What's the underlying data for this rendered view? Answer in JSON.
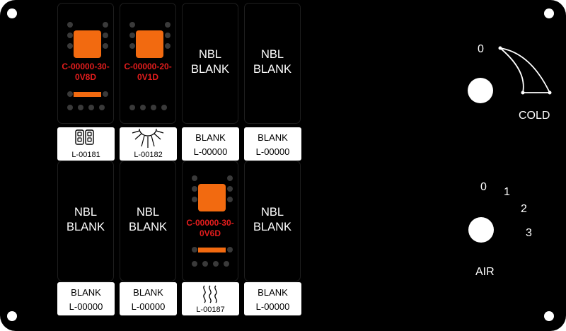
{
  "panel": {
    "switches": [
      {
        "type": "lit",
        "code_line1": "C-00000-30-",
        "code_line2": "0V8D"
      },
      {
        "type": "lit",
        "code_line1": "C-00000-20-",
        "code_line2": "0V1D"
      },
      {
        "type": "blank",
        "line1": "NBL",
        "line2": "BLANK"
      },
      {
        "type": "blank",
        "line1": "NBL",
        "line2": "BLANK"
      },
      {
        "type": "blank",
        "line1": "NBL",
        "line2": "BLANK"
      },
      {
        "type": "blank",
        "line1": "NBL",
        "line2": "BLANK"
      },
      {
        "type": "lit",
        "code_line1": "C-00000-30-",
        "code_line2": "0V6D"
      },
      {
        "type": "blank",
        "line1": "NBL",
        "line2": "BLANK"
      }
    ],
    "labels": [
      {
        "icon": "double-door-icon",
        "number": "L-00181"
      },
      {
        "icon": "light-bulb-icon",
        "number": "L-00182"
      },
      {
        "text": "BLANK",
        "number": "L-00000"
      },
      {
        "text": "BLANK",
        "number": "L-00000"
      },
      {
        "text": "BLANK",
        "number": "L-00000"
      },
      {
        "text": "BLANK",
        "number": "L-00000"
      },
      {
        "icon": "heat-waves-icon",
        "number": "L-00187"
      },
      {
        "text": "BLANK",
        "number": "L-00000"
      }
    ],
    "cold_dial": {
      "label": "COLD",
      "zero": "0",
      "arc_icon": "temperature-arc-icon"
    },
    "air_dial": {
      "label": "AIR",
      "positions": [
        "0",
        "1",
        "2",
        "3"
      ]
    }
  }
}
